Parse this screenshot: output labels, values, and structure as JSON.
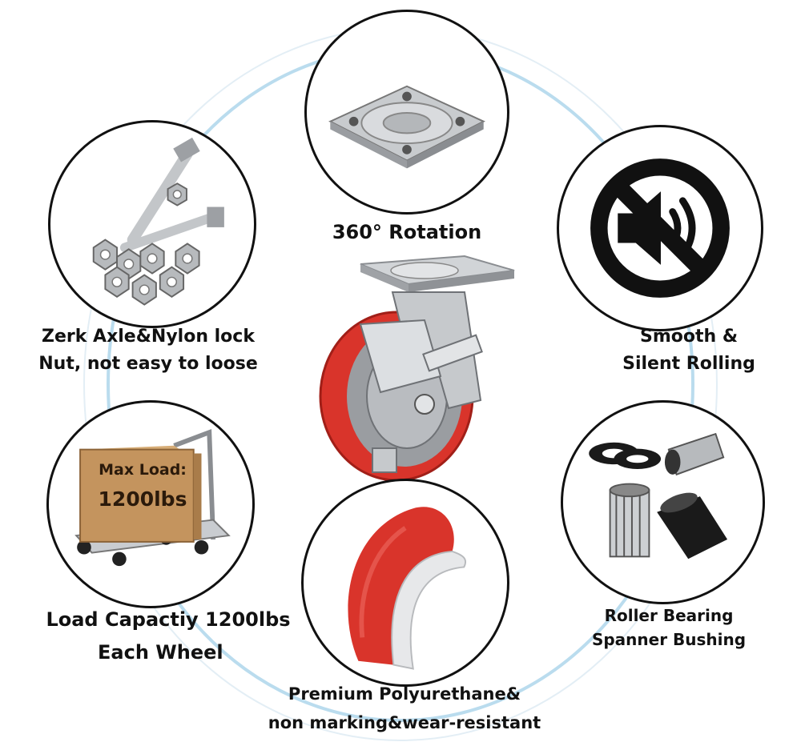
{
  "features": {
    "rotation": {
      "line1": "360° Rotation"
    },
    "axle": {
      "line1": "Zerk Axle&Nylon lock",
      "line2": "Nut, not easy to loose"
    },
    "silent": {
      "line1": "Smooth &",
      "line2": "Silent Rolling"
    },
    "load": {
      "line1": "Load Capactiy 1200lbs",
      "line2": "Each Wheel"
    },
    "bearing": {
      "line1": "Roller Bearing",
      "line2": "Spanner Bushing"
    },
    "poly": {
      "line1": "Premium Polyurethane&",
      "line2": "non marking&wear-resistant"
    }
  },
  "box": {
    "line1": "Max Load:",
    "line2": "1200lbs"
  },
  "colors": {
    "accent_red": "#d9342b",
    "ring_blue": "#a9d3ea",
    "steel": "#b9bcc0",
    "ink": "#111111"
  }
}
